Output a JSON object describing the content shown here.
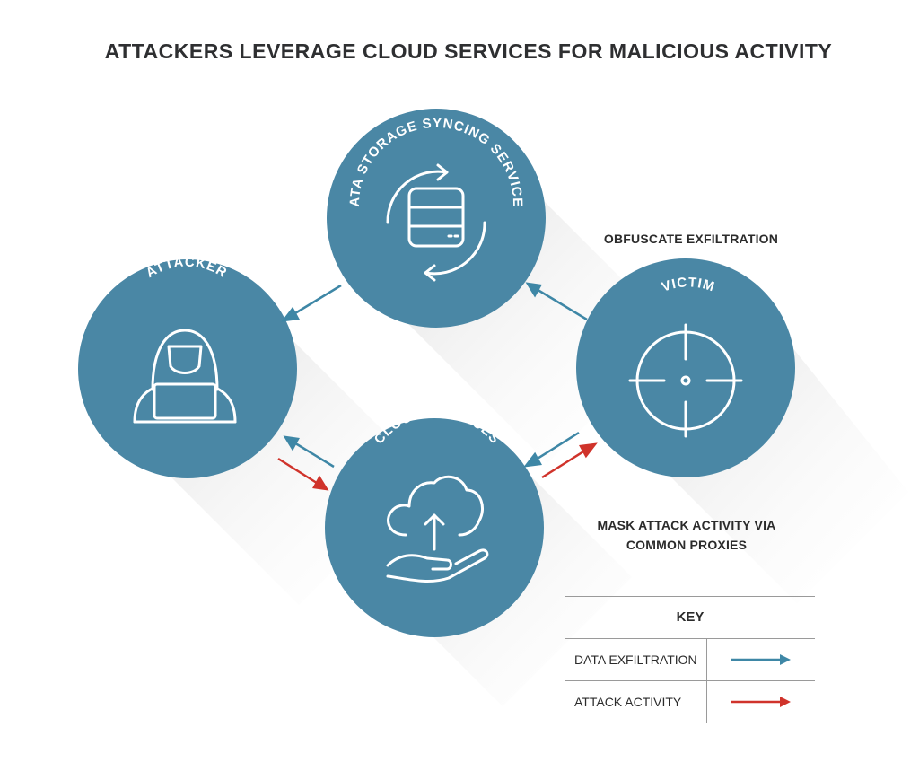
{
  "title": "ATTACKERS LEVERAGE CLOUD SERVICES FOR MALICIOUS ACTIVITY",
  "nodes": {
    "storage": {
      "label": "DATA STORAGE SYNCING SERVICES",
      "icon": "database-sync-icon"
    },
    "attacker": {
      "label": "ATTACKER",
      "icon": "hooded-hacker-laptop-icon"
    },
    "victim": {
      "label": "VICTIM",
      "icon": "crosshair-target-icon"
    },
    "cloud": {
      "label": "CLOUD SERVICES",
      "icon": "cloud-upload-hand-icon"
    }
  },
  "annotations": {
    "obfuscate": "OBFUSCATE EXFILTRATION",
    "mask_line1": "MASK ATTACK ACTIVITY VIA",
    "mask_line2": "COMMON PROXIES"
  },
  "key": {
    "title": "KEY",
    "rows": [
      {
        "label": "DATA EXFILTRATION",
        "color": "#3e87a6"
      },
      {
        "label": "ATTACK ACTIVITY",
        "color": "#d0332b"
      }
    ]
  },
  "colors": {
    "circle": "#4a87a5",
    "shadow": "#e6e6e6",
    "exfiltration_arrow": "#3e87a6",
    "attack_arrow": "#d0332b"
  }
}
